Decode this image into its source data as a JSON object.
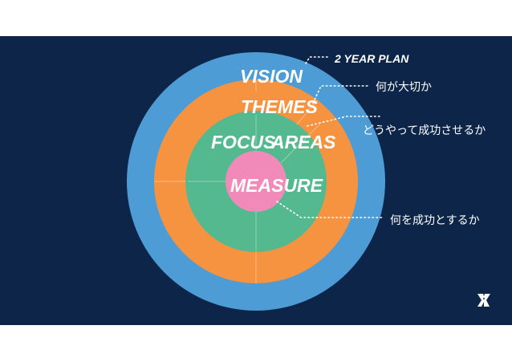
{
  "colors": {
    "background": "#0d2549",
    "vision_ring": "#4d9cd5",
    "themes_ring": "#f59340",
    "focus_ring": "#55b990",
    "measure_core": "#f28ab9",
    "text": "#ffffff"
  },
  "rings": {
    "vision": "VISION",
    "themes": "THEMES",
    "focus": "FOCUS",
    "areas": "AREAS",
    "measure": "MEASURE"
  },
  "annotations": {
    "vision_note": "2 YEAR PLAN",
    "themes_note": "何が大切か",
    "focus_note": "どうやって成功させるか",
    "measure_note": "何を成功とするか"
  },
  "logo": {
    "icon": "atlassian-logo-icon"
  }
}
